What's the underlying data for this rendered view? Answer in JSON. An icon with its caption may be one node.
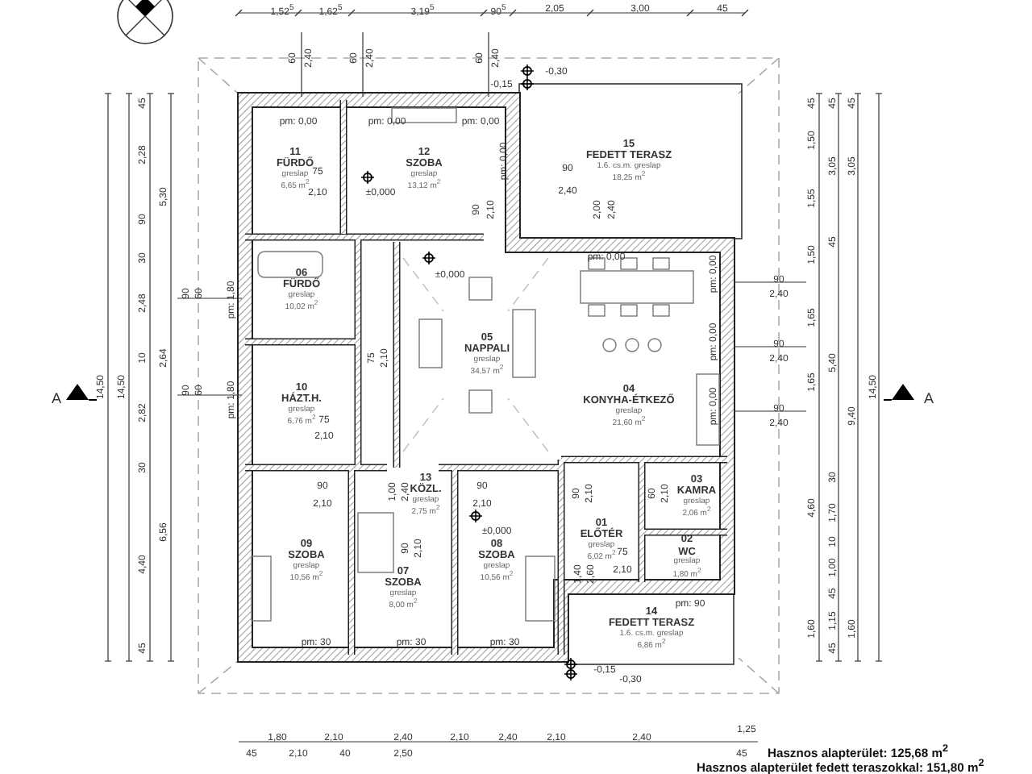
{
  "diagram": {
    "nodes": [
      {
        "text": [
          "11",
          "FÜRDŐ",
          "greslap",
          "6,65 m$^{2}$"
        ]
      },
      {
        "text": [
          "12",
          "SZOBA",
          "greslap",
          "13,12 m$^{2}$"
        ]
      },
      {
        "text": [
          "15",
          "FEDETT TERASZ",
          "1.6. cs.m. greslap",
          "18,25 m$^{2}$"
        ]
      },
      {
        "text": [
          "06",
          "FÜRDŐ",
          "greslap",
          "10,02 m$^{2}$"
        ]
      },
      {
        "text": [
          "05",
          "NAPPALI",
          "greslap",
          "34,57 m$^{2}$"
        ]
      },
      {
        "text": [
          "04",
          "KONYHA-ÉTKEZŐ",
          "greslap",
          "21,60 m$^{2}$"
        ]
      },
      {
        "text": [
          "10",
          "HÁZT.H.",
          "greslap",
          "6,76 m$^{2}$"
        ]
      },
      {
        "text": [
          "13",
          "KÖZL.",
          "greslap",
          "2,75 m$^{2}$"
        ]
      },
      {
        "text": [
          "03",
          "KAMRA",
          "greslap",
          "2,06 m$^{2}$"
        ]
      },
      {
        "text": [
          "09",
          "SZOBA",
          "greslap",
          "10,56 m$^{2}$"
        ]
      },
      {
        "text": [
          "07",
          "SZOBA",
          "greslap",
          "8,00 m$^{2}$"
        ]
      },
      {
        "text": [
          "08",
          "SZOBA",
          "greslap",
          "10,56 m$^{2}$"
        ]
      },
      {
        "text": [
          "01",
          "ELŐTÉR",
          "greslap",
          "6,02 m$^{2}$"
        ]
      },
      {
        "text": [
          "02",
          "WC",
          "greslap",
          "1,80 m$^{2}$"
        ]
      },
      {
        "text": [
          "14",
          "FEDETT TERASZ",
          "1.6. cs.m. greslap",
          "6,86 m$^{2}$"
        ]
      }
    ],
    "labels": [
      "1,52$^{5}$",
      "1,62$^{5}$",
      "3,19$^{5}$",
      "90$^{5}$",
      "2,05",
      "3,00",
      "45",
      "60",
      "2,40",
      "60",
      "2,40",
      "60",
      "2,40",
      "-0,30",
      "-0,15",
      "pm: 0,00",
      "pm: 0,00",
      "pm: 0,00",
      "75",
      "2,10",
      "±0,000",
      "90",
      "2,40",
      "pm: 0,00",
      "2,00",
      "2,40",
      "90",
      "2,10",
      "pm: 0,00",
      "±0,000",
      "90",
      "60",
      "pm: 1,80",
      "75",
      "2,10",
      "90",
      "60",
      "pm: 1,80",
      "75",
      "2,10",
      "pm: 0,00",
      "pm: 0,00",
      "pm: 0,00",
      "90",
      "2,40",
      "90",
      "2,40",
      "90",
      "2,40",
      "90",
      "2,10",
      "1,00",
      "2,40",
      "90",
      "2,10",
      "±0,000",
      "90",
      "2,10",
      "90",
      "2,10",
      "60",
      "2,10",
      "75",
      "2,10",
      "1,40",
      "2,60",
      "pm: 90",
      "pm: 30",
      "pm: 30",
      "pm: 30",
      "-0,15",
      "-0,30",
      "A",
      "14,50",
      "14,50",
      "45",
      "2,28",
      "90",
      "30",
      "2,48",
      "10",
      "2,82",
      "30",
      "4,40",
      "45",
      "5,30",
      "2,64",
      "6,56",
      "45",
      "1,50",
      "1,55",
      "1,50",
      "1,65",
      "1,65",
      "4,60",
      "1,60",
      "45",
      "3,05",
      "45",
      "5,40",
      "30",
      "1,70",
      "10",
      "1,00",
      "45",
      "1,15",
      "45",
      "45",
      "3,05",
      "9,40",
      "1,60",
      "14,50",
      "A",
      "1,80",
      "2,10",
      "2,40",
      "2,10",
      "2,40",
      "2,10",
      "2,40",
      "1,25",
      "45",
      "2,10",
      "40",
      "2,50",
      "45",
      "Hasznos alapterület: 125,68 m$^{2}$",
      "Hasznos alapterület fedett teraszokkal: 151,80 m$^{2}$"
    ]
  }
}
